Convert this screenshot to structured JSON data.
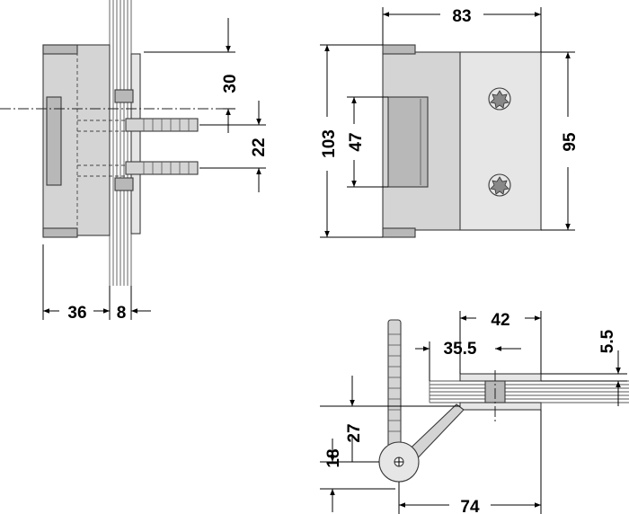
{
  "dimensions": {
    "front_width": "83",
    "front_height_total": "103",
    "front_height_inner": "95",
    "front_slot_height": "47",
    "side_top_offset": "30",
    "side_bolt_spacing": "22",
    "side_width": "36",
    "side_glass_thickness": "8",
    "top_width": "42",
    "top_hole_distance": "35.5",
    "top_plate_thickness": "5.5",
    "top_height_upper": "27",
    "top_height_lower": "18",
    "top_length": "74"
  }
}
